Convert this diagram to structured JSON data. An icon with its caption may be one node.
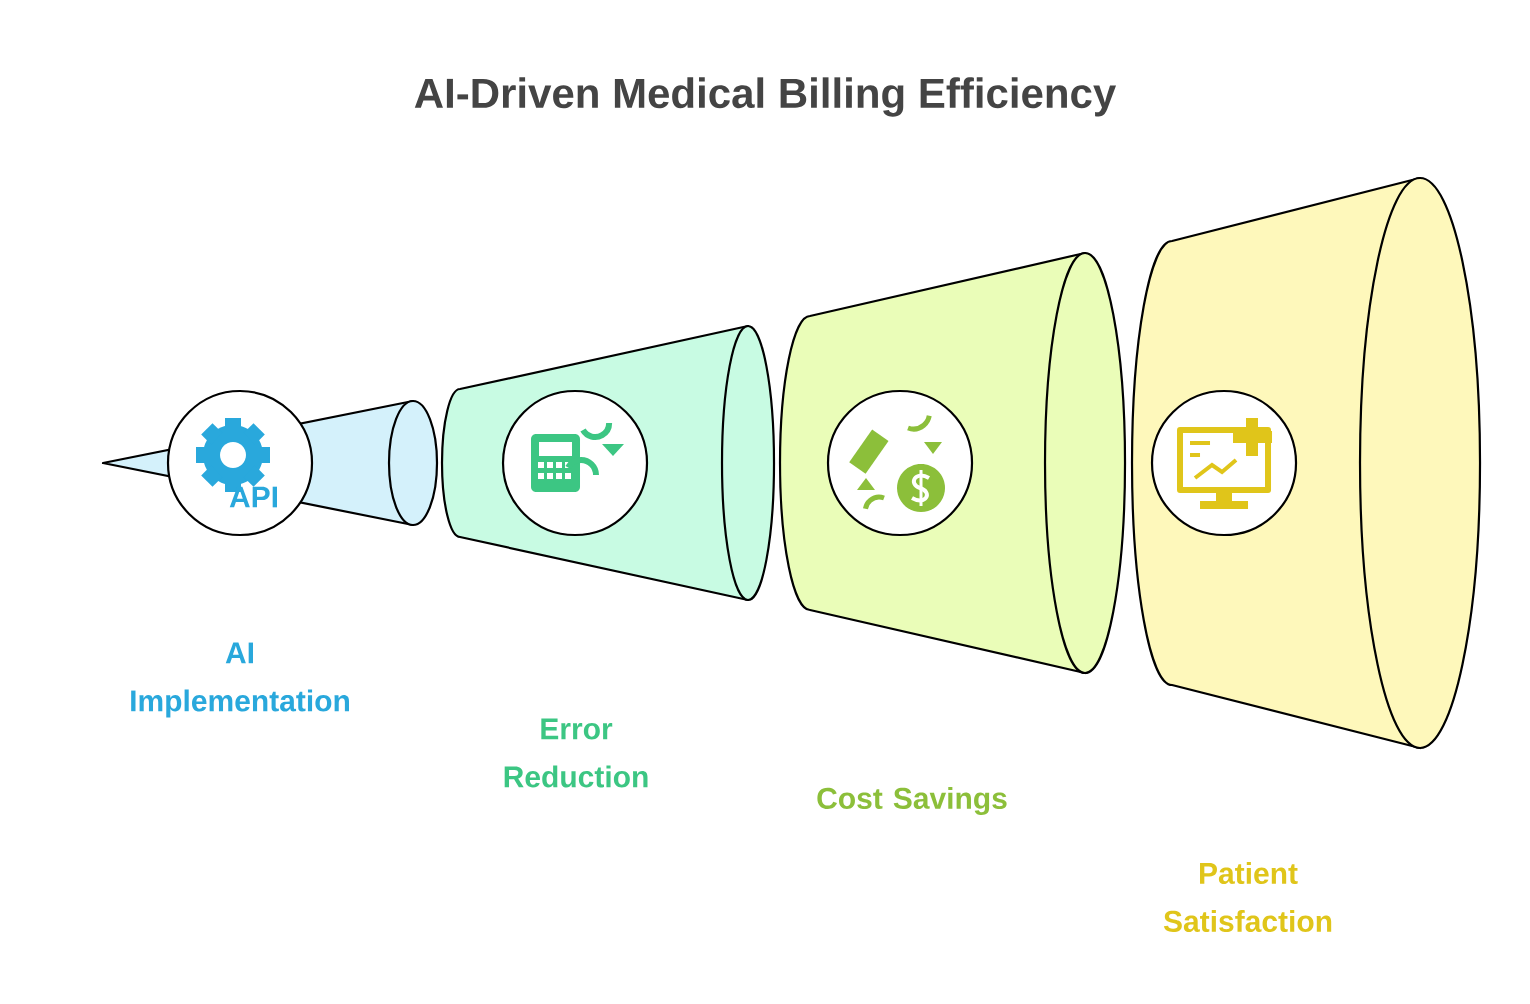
{
  "diagram": {
    "title": "AI-Driven Medical Billing Efficiency",
    "nodes": [
      {
        "text": [],
        "shape": "cone",
        "beside": [
          "AI Implementation"
        ]
      },
      {
        "text": [],
        "shape": "cone",
        "beside": [
          "Error Reduction"
        ]
      },
      {
        "text": [],
        "shape": "cone",
        "beside": [
          "Cost Savings"
        ]
      },
      {
        "text": [],
        "shape": "cone",
        "beside": [
          "Patient Satisfaction"
        ]
      }
    ],
    "labels": [
      "API"
    ]
  }
}
